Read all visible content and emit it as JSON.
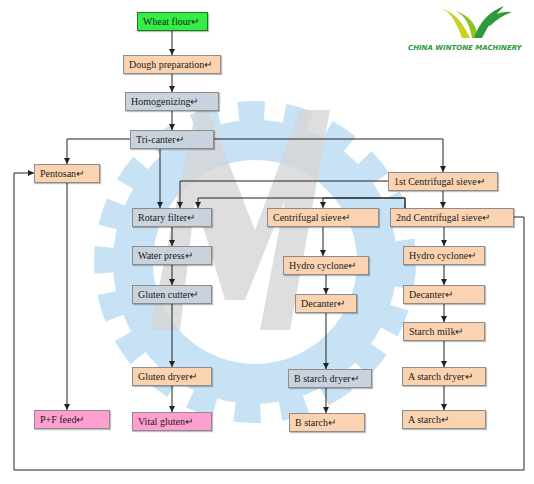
{
  "diagram": {
    "nodes": [
      {
        "text": [
          "Wheat flour↵"
        ]
      },
      {
        "text": [
          "Dough preparation↵"
        ]
      },
      {
        "text": [
          "Homogenizing↵"
        ]
      },
      {
        "text": [
          "Tri-canter↵"
        ]
      },
      {
        "text": [
          "Pentosan↵"
        ]
      },
      {
        "text": [
          "1st Centrifugal sieve↵"
        ]
      },
      {
        "text": [
          "Rotary filter↵"
        ]
      },
      {
        "text": [
          "Centrifugal sieve↵"
        ]
      },
      {
        "text": [
          "2nd Centrifugal sieve↵"
        ]
      },
      {
        "text": [
          "Water press↵"
        ]
      },
      {
        "text": [
          "Hydro cyclone↵"
        ]
      },
      {
        "text": [
          "Hydro cyclone↵"
        ]
      },
      {
        "text": [
          "Gluten cutter↵"
        ]
      },
      {
        "text": [
          "Decanter↵"
        ]
      },
      {
        "text": [
          "Decanter↵"
        ]
      },
      {
        "text": [
          "Starch milk↵"
        ]
      },
      {
        "text": [
          "Gluten dryer↵"
        ]
      },
      {
        "text": [
          "B starch dryer↵"
        ]
      },
      {
        "text": [
          "A starch dryer↵"
        ]
      },
      {
        "text": [
          "P+F feed↵"
        ]
      },
      {
        "text": [
          "Vital gluten↵"
        ]
      },
      {
        "text": [
          "B starch↵"
        ]
      },
      {
        "text": [
          "A starch↵"
        ]
      }
    ],
    "edges": [
      {
        "from": 0,
        "to": 1,
        "arrow": "to"
      },
      {
        "from": 1,
        "to": 2,
        "arrow": "to"
      },
      {
        "from": 2,
        "to": 3,
        "arrow": "to"
      },
      {
        "from": 3,
        "to": 4,
        "arrow": "to"
      },
      {
        "from": 3,
        "to": 6,
        "arrow": "to"
      },
      {
        "from": 3,
        "to": 5,
        "arrow": "to"
      },
      {
        "from": 5,
        "to": 6,
        "arrow": "to"
      },
      {
        "from": 5,
        "to": 8,
        "arrow": "to"
      },
      {
        "from": 8,
        "to": 7,
        "arrow": "to"
      },
      {
        "from": 8,
        "to": 6,
        "arrow": "to"
      },
      {
        "from": 6,
        "to": 9,
        "arrow": "to"
      },
      {
        "from": 9,
        "to": 12,
        "arrow": "to"
      },
      {
        "from": 12,
        "to": 16,
        "arrow": "to"
      },
      {
        "from": 16,
        "to": 20,
        "arrow": "to"
      },
      {
        "from": 4,
        "to": 19,
        "arrow": "to"
      },
      {
        "from": 7,
        "to": 10,
        "arrow": "to"
      },
      {
        "from": 10,
        "to": 13,
        "arrow": "to"
      },
      {
        "from": 13,
        "to": 17,
        "arrow": "to"
      },
      {
        "from": 17,
        "to": 21,
        "arrow": "to"
      },
      {
        "from": 8,
        "to": 11,
        "arrow": "to"
      },
      {
        "from": 11,
        "to": 14,
        "arrow": "to"
      },
      {
        "from": 14,
        "to": 15,
        "arrow": "to"
      },
      {
        "from": 15,
        "to": 18,
        "arrow": "to"
      },
      {
        "from": 18,
        "to": 22,
        "arrow": "to"
      },
      {
        "from": 8,
        "to": 4,
        "arrow": "to"
      }
    ],
    "labels": [
      "CHINA WINTONE MACHINERY"
    ]
  }
}
